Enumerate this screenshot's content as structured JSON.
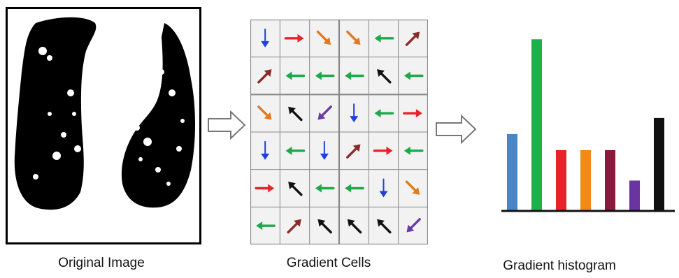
{
  "captions": {
    "original": "Original Image",
    "cells": "Gradient Cells",
    "histogram": "Gradient histogram"
  },
  "gradient_cells": {
    "rows": 6,
    "cols": 6,
    "cells": [
      [
        "down-blue",
        "right-red",
        "down-right-orange",
        "down-right-orange",
        "left-green",
        "up-right-brown"
      ],
      [
        "up-right-brown",
        "left-green",
        "left-green",
        "left-green",
        "up-left-black",
        "left-green"
      ],
      [
        "down-right-orange",
        "up-left-black",
        "down-left-purple",
        "down-blue",
        "left-green",
        "right-red"
      ],
      [
        "down-blue",
        "left-green",
        "down-blue",
        "up-right-brown",
        "right-red",
        "left-green"
      ],
      [
        "right-red",
        "up-left-black",
        "left-green",
        "left-green",
        "down-blue",
        "down-right-orange"
      ],
      [
        "left-green",
        "up-right-brown",
        "up-left-black",
        "up-left-black",
        "up-left-black",
        "down-left-purple"
      ]
    ]
  },
  "arrow_colors": {
    "blue": "#1f3fe0",
    "red": "#e8212b",
    "orange": "#e2791f",
    "green": "#1ea84a",
    "brown": "#8a2a2a",
    "black": "#111111",
    "purple": "#6a3aa8"
  },
  "histogram": {
    "bars": [
      {
        "value": 0.43,
        "color": "#4a86c5"
      },
      {
        "value": 0.96,
        "color": "#1fb04b"
      },
      {
        "value": 0.34,
        "color": "#e8212b"
      },
      {
        "value": 0.34,
        "color": "#f08a1a"
      },
      {
        "value": 0.34,
        "color": "#8b1a3a"
      },
      {
        "value": 0.17,
        "color": "#6a34a0"
      },
      {
        "value": 0.52,
        "color": "#111111"
      }
    ],
    "baseline_color": "#111111"
  }
}
